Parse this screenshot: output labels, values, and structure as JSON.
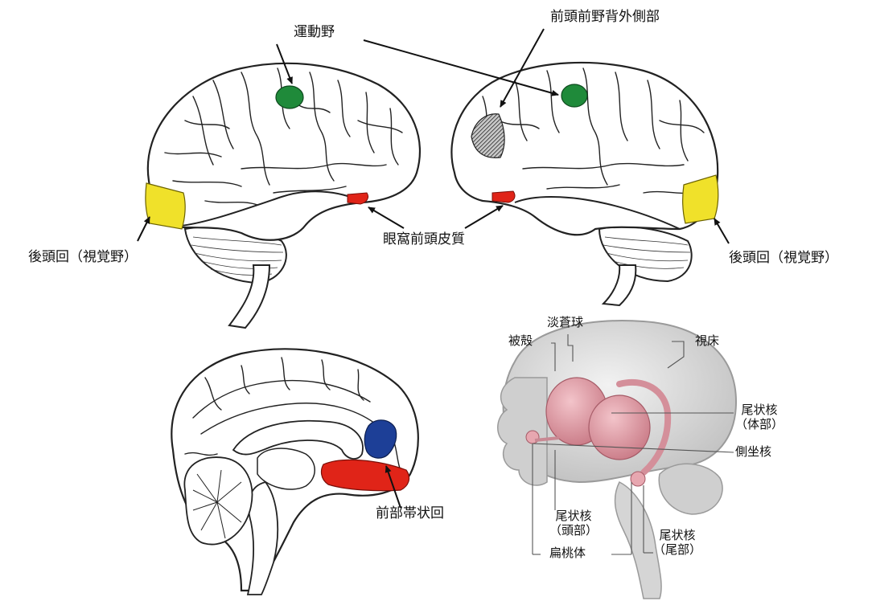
{
  "labels": {
    "motor_cortex": "運動野",
    "dlpfc": "前頭前野背外側部",
    "occipital_left": "後頭回（視覚野）",
    "occipital_right": "後頭回（視覚野）",
    "ofc": "眼窩前頭皮質",
    "acc": "前部帯状回",
    "globus_pallidus": "淡蒼球",
    "putamen": "被殻",
    "thalamus": "視床",
    "caudate_body_1": "尾状核",
    "caudate_body_2": "（体部）",
    "nucleus_accumbens": "側坐核",
    "caudate_head_1": "尾状核",
    "caudate_head_2": "（頭部）",
    "amygdala": "扁桃体",
    "caudate_tail_1": "尾状核",
    "caudate_tail_2": "（尾部）"
  },
  "colors": {
    "motor": "#1f8a3a",
    "occipital": "#f0e12a",
    "ofc": "#e02418",
    "acc": "#e02418",
    "subgenual": "#1d3f97",
    "dlpfc": "#8a8a8a",
    "basal_ganglia": "#d99aa3",
    "brain_3d": "#dcdcdc"
  }
}
